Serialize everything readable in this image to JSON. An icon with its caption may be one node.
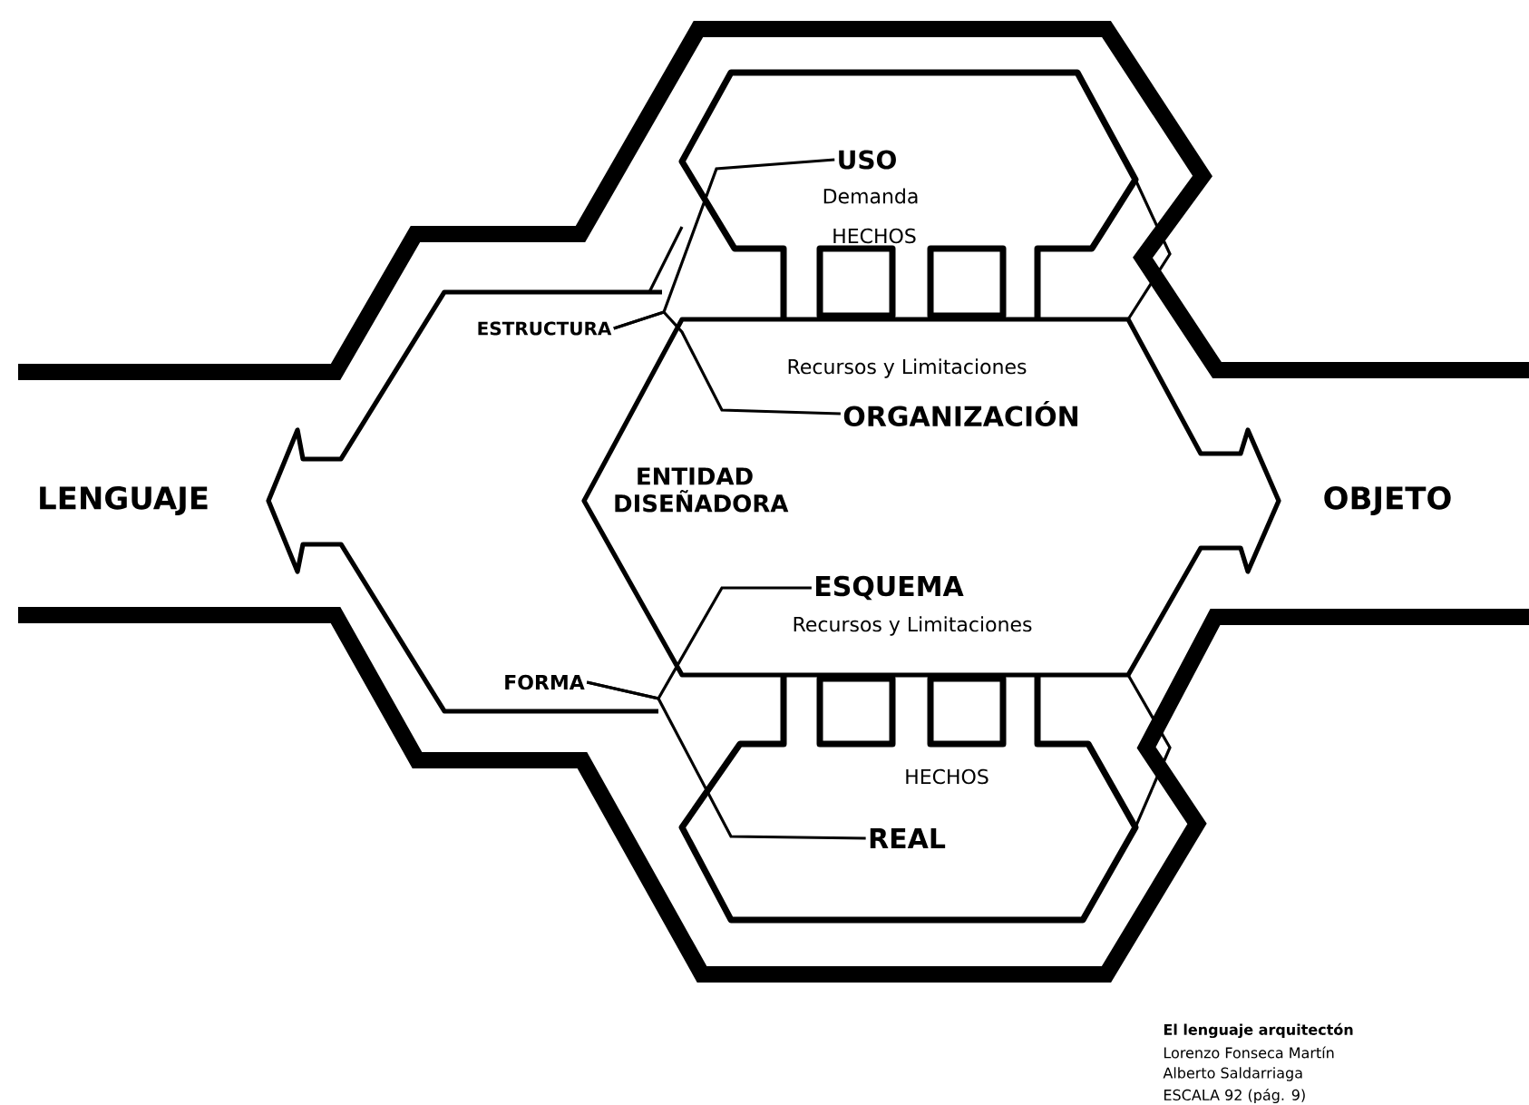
{
  "diagram": {
    "nodes": [
      {
        "text": [
          "LENGUAJE"
        ]
      },
      {
        "text": [
          "OBJETO"
        ]
      },
      {
        "text": [
          "ESTRUCTURA"
        ]
      },
      {
        "text": [
          "USO"
        ]
      },
      {
        "text": [
          "ORGANIZACIÓN"
        ]
      },
      {
        "text": [
          "FORMA"
        ]
      },
      {
        "text": [
          "ESQUEMA"
        ]
      },
      {
        "text": [
          "REAL"
        ]
      }
    ],
    "edges": [
      {
        "from": 2,
        "to": 3,
        "arrow": "none"
      },
      {
        "from": 2,
        "to": 4,
        "arrow": "none"
      },
      {
        "from": 5,
        "to": 6,
        "arrow": "none"
      },
      {
        "from": 5,
        "to": 7,
        "arrow": "none"
      }
    ],
    "labels": [
      "Demanda",
      "HECHOS",
      "Recursos y Limitaciones",
      "ENTIDAD DISEÑADORA",
      "Recursos y Limitaciones",
      "HECHOS",
      "El lenguaje arquitectón",
      "Lorenzo Fonseca Martín",
      "Alberto Saldarriaga",
      "ESCALA 92 (pág. 9)"
    ]
  }
}
